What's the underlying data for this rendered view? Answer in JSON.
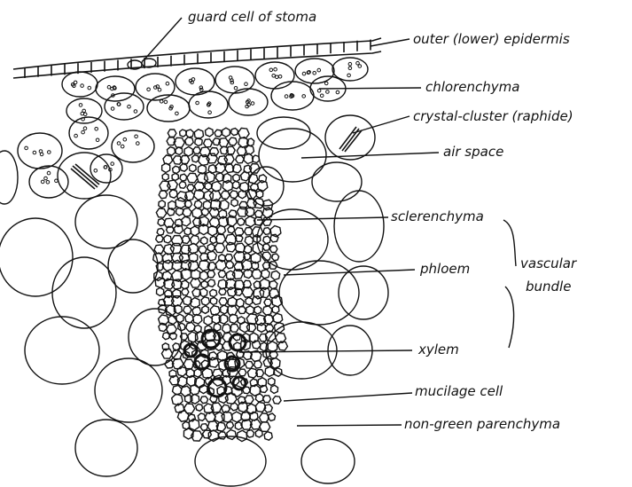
{
  "diagram": {
    "labels": {
      "guard_cell": "guard cell of stoma",
      "outer_epidermis": "outer (lower) epidermis",
      "chlorenchyma": "chlorenchyma",
      "crystal_cluster": "crystal-cluster (raphide)",
      "air_space": "air space",
      "sclerenchyma": "sclerenchyma",
      "phloem": "phloem",
      "vascular_bundle_line1": "vascular",
      "vascular_bundle_line2": "bundle",
      "xylem": "xylem",
      "mucilage_cell": "mucilage cell",
      "non_green_parenchyma": "non-green parenchyma"
    },
    "colors": {
      "ink": "#111111",
      "background": "#ffffff"
    }
  }
}
